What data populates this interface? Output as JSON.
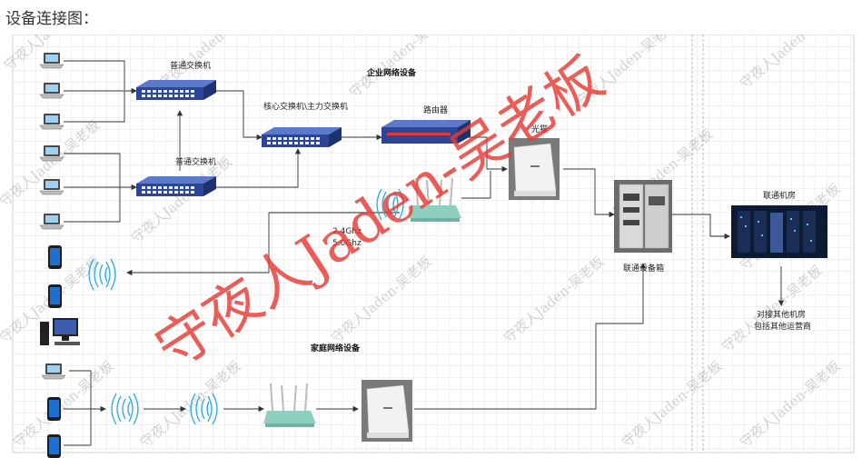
{
  "page_title": "设备连接图：",
  "labels": {
    "switch_1": "普通交换机",
    "switch_2": "普通交换机",
    "core_switch": "核心交换机\\主力交换机",
    "enterprise": "企业网络设备",
    "router": "路由器",
    "modem": "光猫",
    "freq_24": "2.4Ghz",
    "freq_50": "5.0Ghz",
    "unicom_box": "联通设备箱",
    "unicom_room": "联通机房",
    "other_1": "对接其他机房",
    "other_2": "包括其他运营商",
    "home": "家庭网络设备"
  },
  "watermark": {
    "big": "守夜人Jaden-吴老板",
    "small": "守夜人Jaden-吴老板"
  },
  "colors": {
    "grid": "#d6d6d6",
    "line": "#333333",
    "switch": "#2f4aa0",
    "wifi": "#29a8e0",
    "router": "#8ecfc0",
    "watermark": "#e53935"
  },
  "icons": [
    "laptop-icon",
    "switch-icon",
    "router-icon",
    "modem-icon",
    "wifi-router-icon",
    "phone-icon",
    "desktop-icon",
    "cabinet-icon",
    "server-room-icon",
    "wifi-signal-icon"
  ]
}
